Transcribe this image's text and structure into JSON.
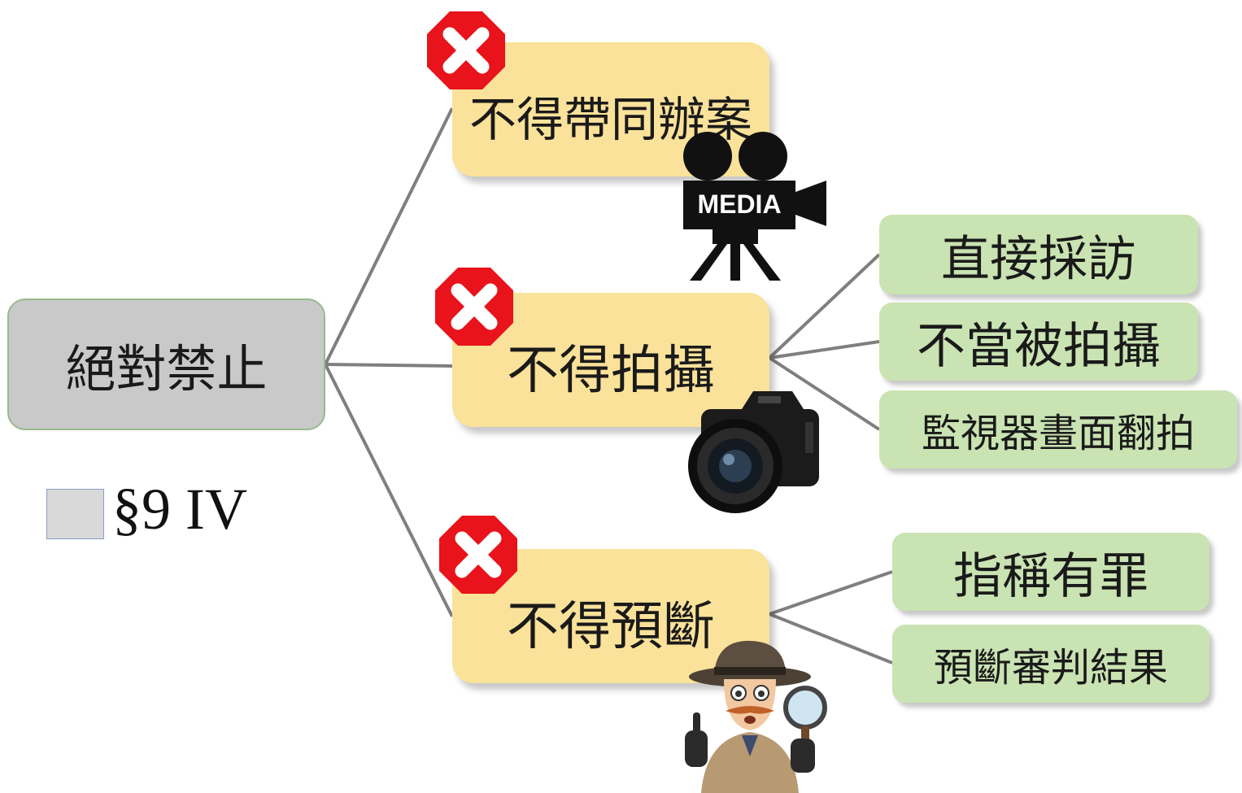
{
  "root": {
    "label": "絕對禁止"
  },
  "branches": [
    {
      "label": "不得帶同辦案",
      "icon": "reject-icon",
      "illustration": "movie-camera-icon",
      "illustration_label": "MEDIA"
    },
    {
      "label": "不得拍攝",
      "icon": "reject-icon",
      "illustration": "camera-icon",
      "children": [
        "直接採訪",
        "不當被拍攝",
        "監視器畫面翻拍"
      ]
    },
    {
      "label": "不得預斷",
      "icon": "reject-icon",
      "illustration": "detective-icon",
      "children": [
        "指稱有罪",
        "預斷審判結果"
      ]
    }
  ],
  "legend": {
    "text": "§9 IV"
  },
  "colors": {
    "root": "#c9c9c9",
    "branch": "#fbe29a",
    "leaf": "#c9e3b2",
    "connector": "#7f7f7f",
    "reject": "#e8131b"
  }
}
